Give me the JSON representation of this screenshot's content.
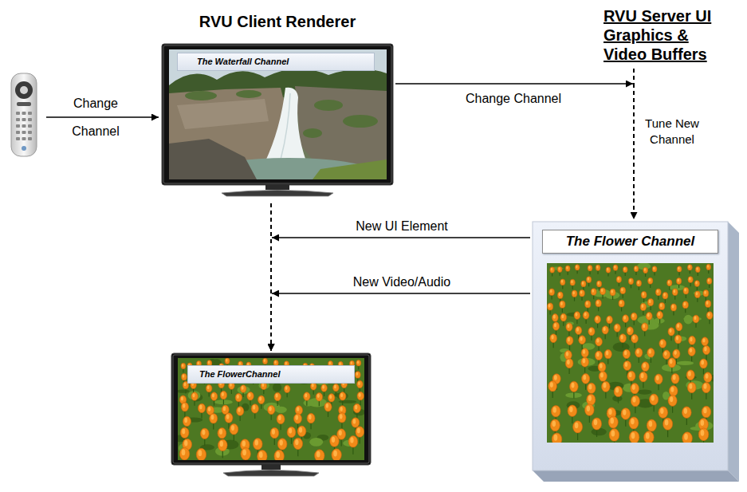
{
  "diagram": {
    "nodes": [
      {
        "text": [
          "RVU Client Renderer",
          "The Waterfall Channel"
        ]
      },
      {
        "text": [
          "RVU Server UI Graphics & Video Buffers",
          "The Flower Channel"
        ]
      },
      {
        "text": [
          "The FlowerChannel"
        ]
      }
    ],
    "edges": [
      {
        "from": 0,
        "to": 1,
        "label": "Change Channel",
        "arrow": "to"
      },
      {
        "from": 1,
        "to": 2,
        "label": "New UI Element",
        "arrow": "to"
      },
      {
        "from": 1,
        "to": 2,
        "label": "New Video/Audio",
        "arrow": "to"
      },
      {
        "from": 0,
        "to": 2,
        "arrow": "to"
      }
    ],
    "labels": [
      "Change Channel",
      "Tune New Channel"
    ]
  }
}
